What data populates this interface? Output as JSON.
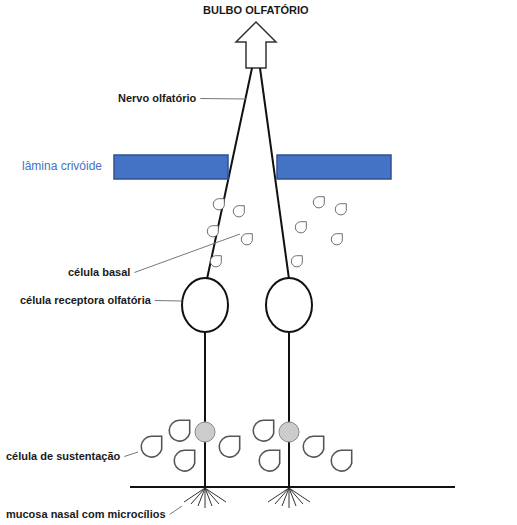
{
  "diagram": {
    "title": "BULBO OLFATÓRIO",
    "labels": [
      "Nervo olfatório",
      "lâmina crivóide",
      "célula basal",
      "célula receptora olfatória",
      "célula de sustentação",
      "mucosa nasal com microcílios"
    ]
  }
}
